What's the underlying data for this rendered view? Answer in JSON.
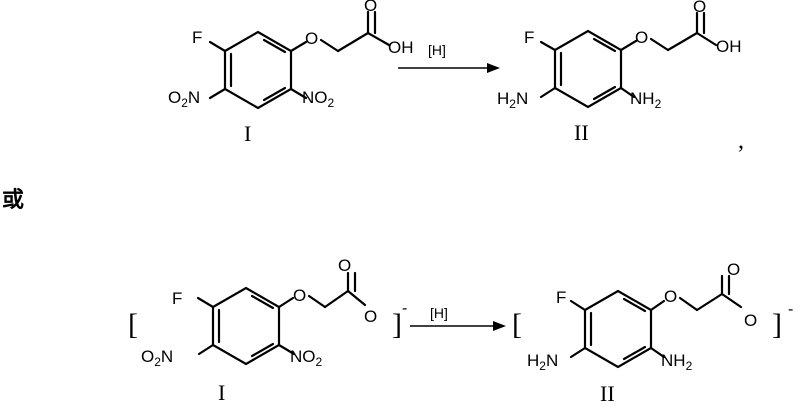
{
  "scheme": {
    "reagent_top": "[H]",
    "reagent_bottom": "[H]",
    "separator_comma": ",",
    "or_word": "或",
    "compound_I_label": "I",
    "compound_II_label": "II",
    "bracket_open": "[",
    "bracket_close": "]",
    "charge": "-"
  },
  "atoms": {
    "F": "F",
    "O": "O",
    "OH": "OH",
    "O2": "O",
    "N": "N",
    "H2": "H",
    "H": "H",
    "sub2": "2",
    "O_minus": "O"
  }
}
